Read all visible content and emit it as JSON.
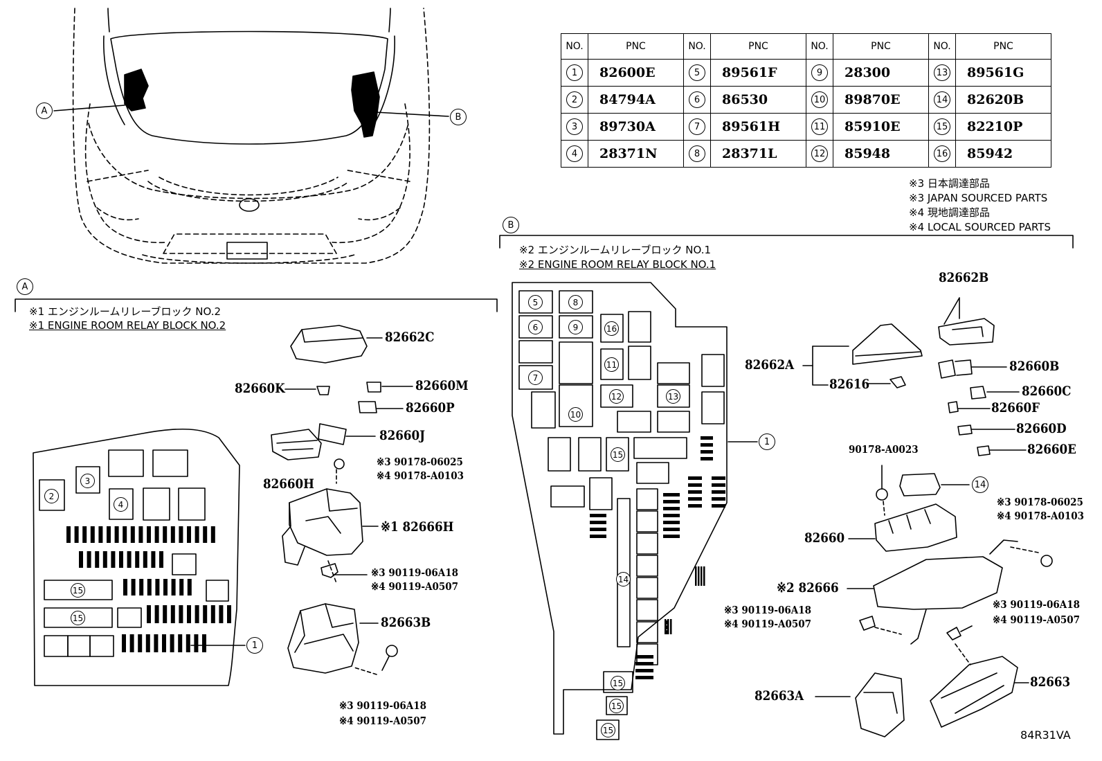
{
  "table": {
    "header": {
      "no": "NO.",
      "pnc": "PNC"
    },
    "rows": [
      [
        {
          "no": "1",
          "pnc": "82600E"
        },
        {
          "no": "5",
          "pnc": "89561F"
        },
        {
          "no": "9",
          "pnc": "28300"
        },
        {
          "no": "13",
          "pnc": "89561G"
        }
      ],
      [
        {
          "no": "2",
          "pnc": "84794A"
        },
        {
          "no": "6",
          "pnc": "86530"
        },
        {
          "no": "10",
          "pnc": "89870E"
        },
        {
          "no": "14",
          "pnc": "82620B"
        }
      ],
      [
        {
          "no": "3",
          "pnc": "89730A"
        },
        {
          "no": "7",
          "pnc": "89561H"
        },
        {
          "no": "11",
          "pnc": "85910E"
        },
        {
          "no": "15",
          "pnc": "82210P"
        }
      ],
      [
        {
          "no": "4",
          "pnc": "28371N"
        },
        {
          "no": "8",
          "pnc": "28371L"
        },
        {
          "no": "12",
          "pnc": "85948"
        },
        {
          "no": "16",
          "pnc": "85942"
        }
      ]
    ]
  },
  "legend": {
    "l1": "※3 日本調達部品",
    "l2": "※3 JAPAN SOURCED PARTS",
    "l3": "※4 現地調達部品",
    "l4": "※4 LOCAL SOURCED PARTS"
  },
  "vehicle": {
    "callout_a": "A",
    "callout_b": "B"
  },
  "section_a": {
    "tag": "A",
    "title_jp": "※1 エンジンルームリレーブロック NO.2",
    "title_en": "※1 ENGINE ROOM RELAY BLOCK NO.2",
    "parts": {
      "p82662C": "82662C",
      "p82660K": "82660K",
      "p82660M": "82660M",
      "p82660P": "82660P",
      "p82660J": "82660J",
      "p82660H": "82660H",
      "n3a": "※3 90178-06025",
      "n4a": "※4 90178-A0103",
      "p82666H": "※1 82666H",
      "n3b": "※3 90119-06A18",
      "n4b": "※4 90119-A0507",
      "p82663B": "82663B",
      "n3c": "※3 90119-06A18",
      "n4c": "※4 90119-A0507"
    },
    "block_numbers": {
      "c2": "2",
      "c3": "3",
      "c4": "4",
      "c15a": "15",
      "c15b": "15",
      "c1": "1"
    }
  },
  "section_b": {
    "tag": "B",
    "title_jp": "※2 エンジンルームリレーブロック NO.1",
    "title_en": "※2 ENGINE ROOM RELAY BLOCK NO.1",
    "parts": {
      "p82662B": "82662B",
      "p82662A": "82662A",
      "p82660B": "82660B",
      "p82616": "82616",
      "p82660C": "82660C",
      "p82660F": "82660F",
      "p82660D": "82660D",
      "p82660E": "82660E",
      "p90178A0023": "90178-A0023",
      "p82660": "82660",
      "n3a": "※3 90178-06025",
      "n4a": "※4 90178-A0103",
      "p82666": "※2 82666",
      "n3b": "※3 90119-06A18",
      "n4b": "※4 90119-A0507",
      "n3c": "※3 90119-06A18",
      "n4c": "※4 90119-A0507",
      "p82663A": "82663A",
      "p82663": "82663"
    },
    "block_numbers": {
      "c5": "5",
      "c8": "8",
      "c6": "6",
      "c9": "9",
      "c16": "16",
      "c11": "11",
      "c7": "7",
      "c10": "10",
      "c12": "12",
      "c13": "13",
      "c15a": "15",
      "c14": "14",
      "c15b": "15",
      "c15c": "15",
      "c15d": "15",
      "c1": "1",
      "c14b": "14"
    }
  },
  "footer": {
    "code": "84R31VA"
  }
}
